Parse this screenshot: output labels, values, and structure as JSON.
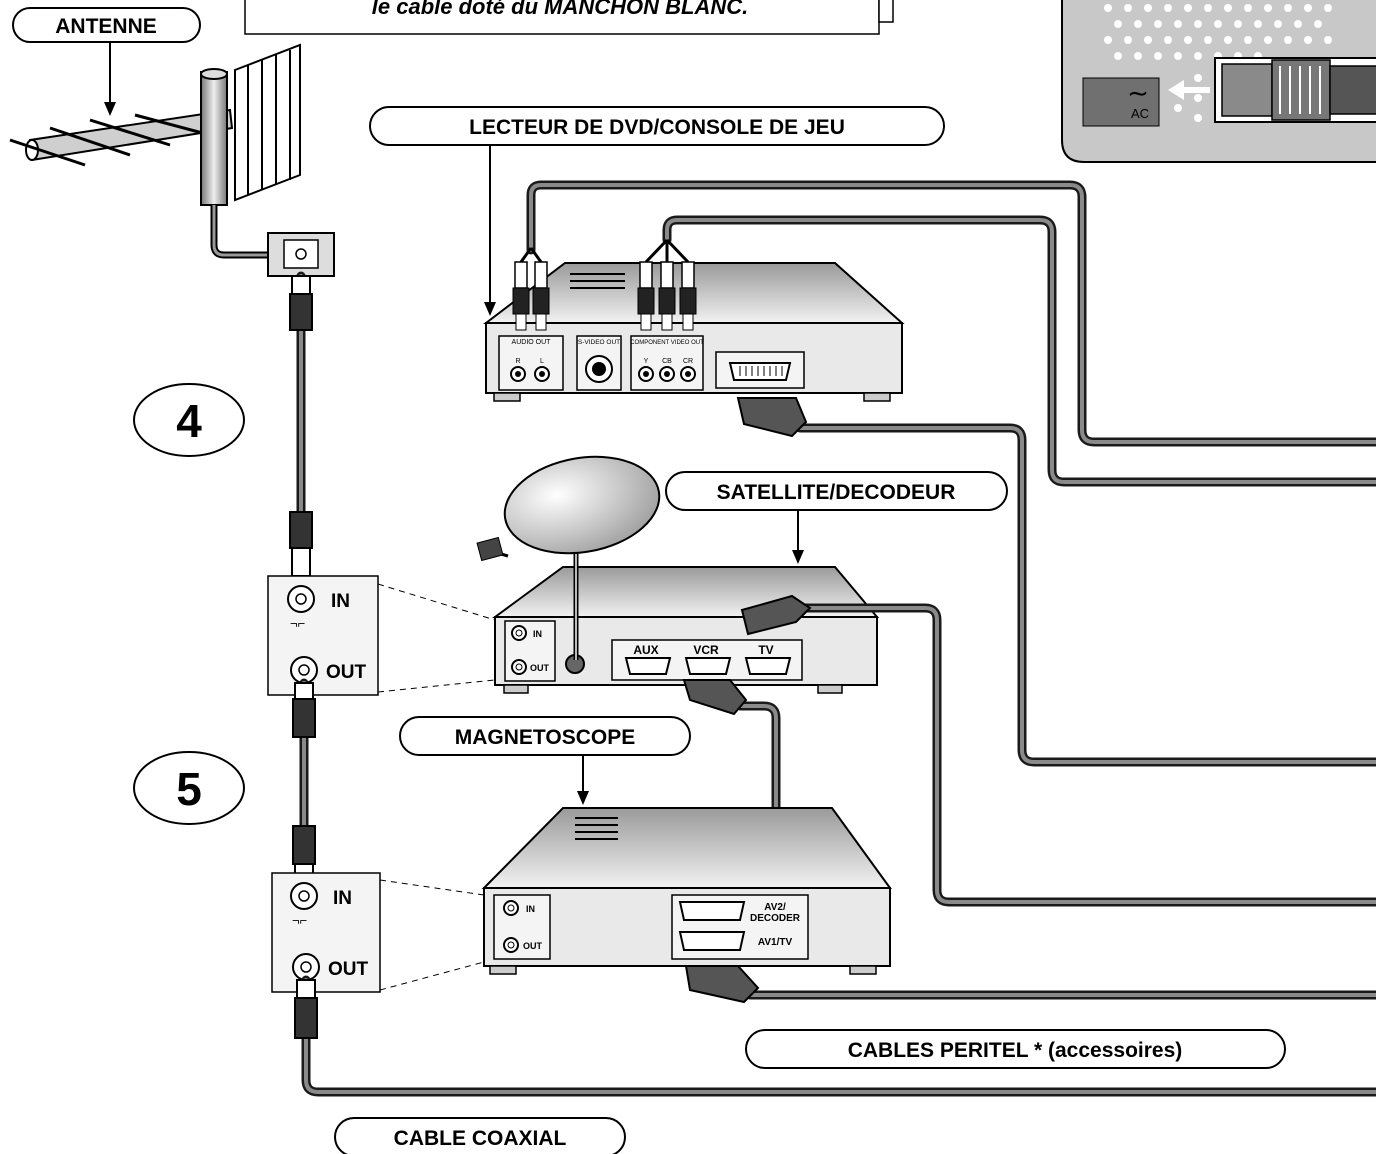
{
  "notice": {
    "text": "le cable doté du MANCHON BLANC."
  },
  "labels": {
    "antenne": "ANTENNE",
    "dvd": "LECTEUR DE DVD/CONSOLE DE JEU",
    "satellite": "SATELLITE/DECODEUR",
    "magnetoscope": "MAGNETOSCOPE",
    "peritel": "CABLES PERITEL * (accessoires)",
    "coaxial": "CABLE COAXIAL"
  },
  "steps": {
    "four": "4",
    "five": "5"
  },
  "power": {
    "symbol": "∼",
    "label": "AC"
  },
  "dvd_panel": {
    "audio_out": "AUDIO OUT",
    "svideo_out": "S-VIDEO OUT",
    "component_out": "COMPONENT VIDEO OUT",
    "r": "R",
    "l": "L",
    "y": "Y",
    "cb": "CB",
    "cr": "CR"
  },
  "antenna_boxes": {
    "in": "IN",
    "out": "OUT"
  },
  "satellite_panel": {
    "in": "IN",
    "out": "OUT",
    "aux": "AUX",
    "vcr": "VCR",
    "tv": "TV"
  },
  "vcr_panel": {
    "in": "IN",
    "out": "OUT",
    "av2": "AV2/",
    "decoder": "DECODER",
    "av1": "AV1/TV"
  }
}
